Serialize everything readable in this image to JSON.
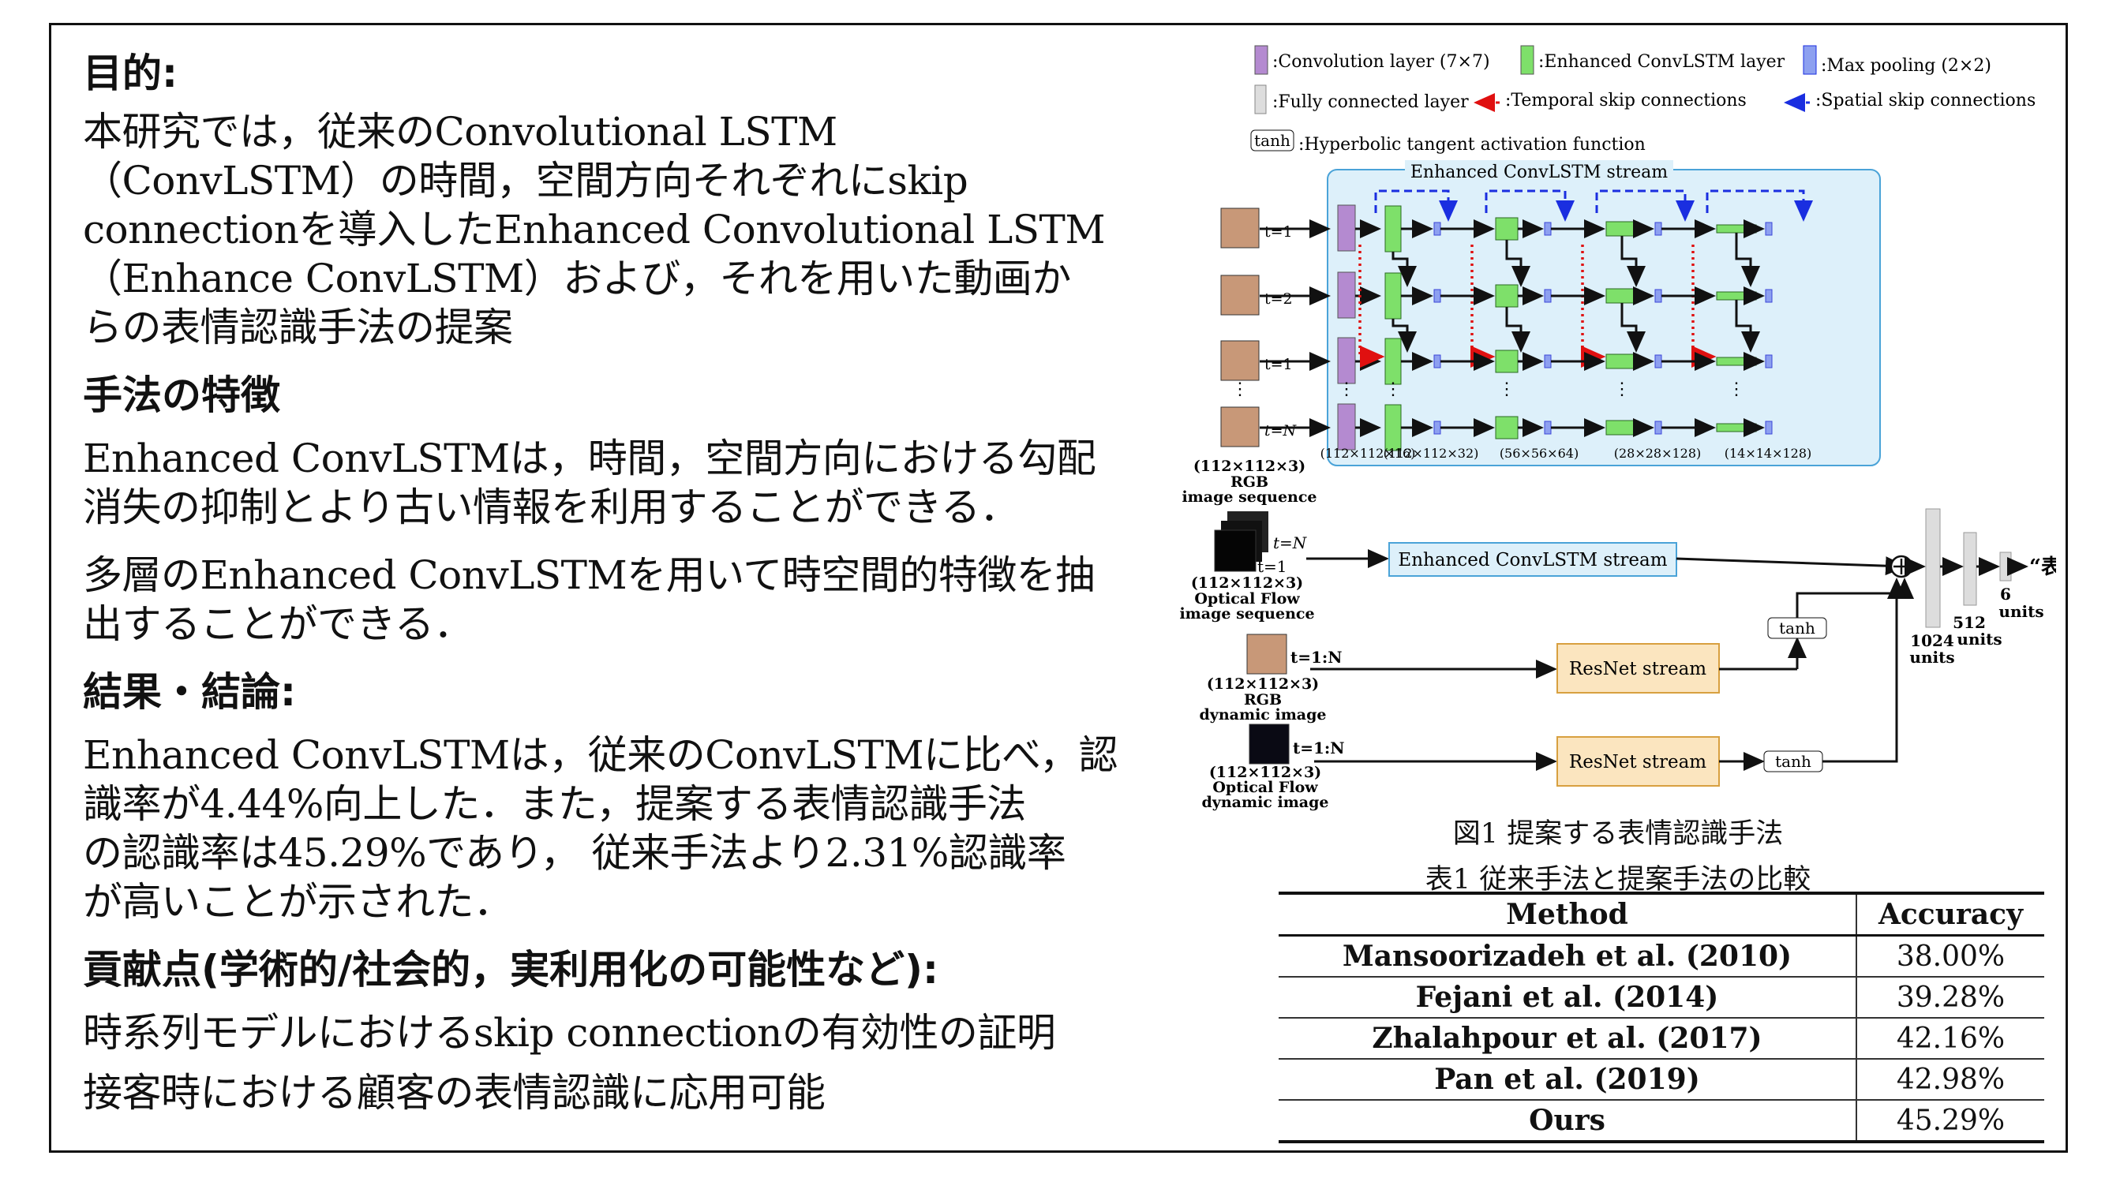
{
  "left": {
    "purpose_heading": "目的:",
    "purpose_text": "本研究では，従来のConvolutional LSTM\n（ConvLSTM）の時間，空間方向それぞれにskip\nconnectionを導入したEnhanced Convolutional LSTM\n（Enhance ConvLSTM）および，それを用いた動画か\nらの表情認識手法の提案",
    "method_heading": "手法の特徴",
    "method_text_1": "Enhanced ConvLSTMは，時間，空間方向における勾配\n消失の抑制とより古い情報を利用することができる．",
    "method_text_2": "多層のEnhanced ConvLSTMを用いて時空間的特徴を抽\n出することができる．",
    "result_heading": "結果・結論:",
    "result_text": "Enhanced ConvLSTMは，従来のConvLSTMに比べ，認\n識率が4.44%向上した．また，提案する表情認識手法\nの認識率は45.29%であり， 従来手法より2.31%認識率\nが高いことが示された．",
    "contrib_heading": "貢献点(学術的/社会的，実利用化の可能性など):",
    "contrib_text_1": "時系列モデルにおけるskip connectionの有効性の証明",
    "contrib_text_2": "接客時における顧客の表情認識に応用可能"
  },
  "figure": {
    "legend": {
      "conv": ":Convolution layer (7×7)",
      "enh": ":Enhanced ConvLSTM layer",
      "pool": ":Max pooling (2×2)",
      "fc": ":Fully connected layer",
      "temporal": ":Temporal skip connections",
      "spatial": ":Spatial skip connections",
      "tanh_box": "tanh",
      "tanh": ":Hyperbolic tangent activation function"
    },
    "stream_title": "Enhanced ConvLSTM stream",
    "t_labels": [
      "t=1",
      "t=2",
      "t=1",
      "t=N"
    ],
    "dims": [
      "(112×112×16)",
      "(112×112×32)",
      "(56×56×64)",
      "(28×28×128)",
      "(14×14×128)"
    ],
    "rgb_seq": [
      "(112×112×3)",
      "RGB",
      "image sequence"
    ],
    "flow_seq_t": [
      "t=N",
      "t=1"
    ],
    "flow_seq": [
      "(112×112×3)",
      "Optical  Flow",
      "image sequence"
    ],
    "rgb_dyn_t": "t=1:N",
    "rgb_dyn": [
      "(112×112×3)",
      "RGB",
      "dynamic image"
    ],
    "flow_dyn_t": "t=1:N",
    "flow_dyn": [
      "(112×112×3)",
      "Optical  Flow",
      "dynamic image"
    ],
    "enh_stream_box": "Enhanced ConvLSTM stream",
    "resnet_box": "ResNet stream",
    "tanh": "tanh",
    "units": [
      {
        "num": "1024",
        "label": "units"
      },
      {
        "num": "512",
        "label": "units"
      },
      {
        "num": "6",
        "label": "units"
      }
    ],
    "output": "“表情”",
    "colors": {
      "conv": "#b48ad0",
      "enh": "#7ee06a",
      "pool": "#3c46d8",
      "panel": "#ddf0fa",
      "resnet": "#fbe5bf",
      "temporal": "#e01010",
      "spatial": "#1a2ee0"
    }
  },
  "figure_caption": "図1 提案する表情認識手法",
  "table_caption": "表1 従来手法と提案手法の比較",
  "table": {
    "headers": [
      "Method",
      "Accuracy"
    ],
    "rows": [
      [
        "Mansoorizadeh et al. (2010)",
        "38.00%"
      ],
      [
        "Fejani et al. (2014)",
        "39.28%"
      ],
      [
        "Zhalahpour et al. (2017)",
        "42.16%"
      ],
      [
        "Pan et al. (2019)",
        "42.98%"
      ],
      [
        "Ours",
        "45.29%"
      ]
    ]
  }
}
